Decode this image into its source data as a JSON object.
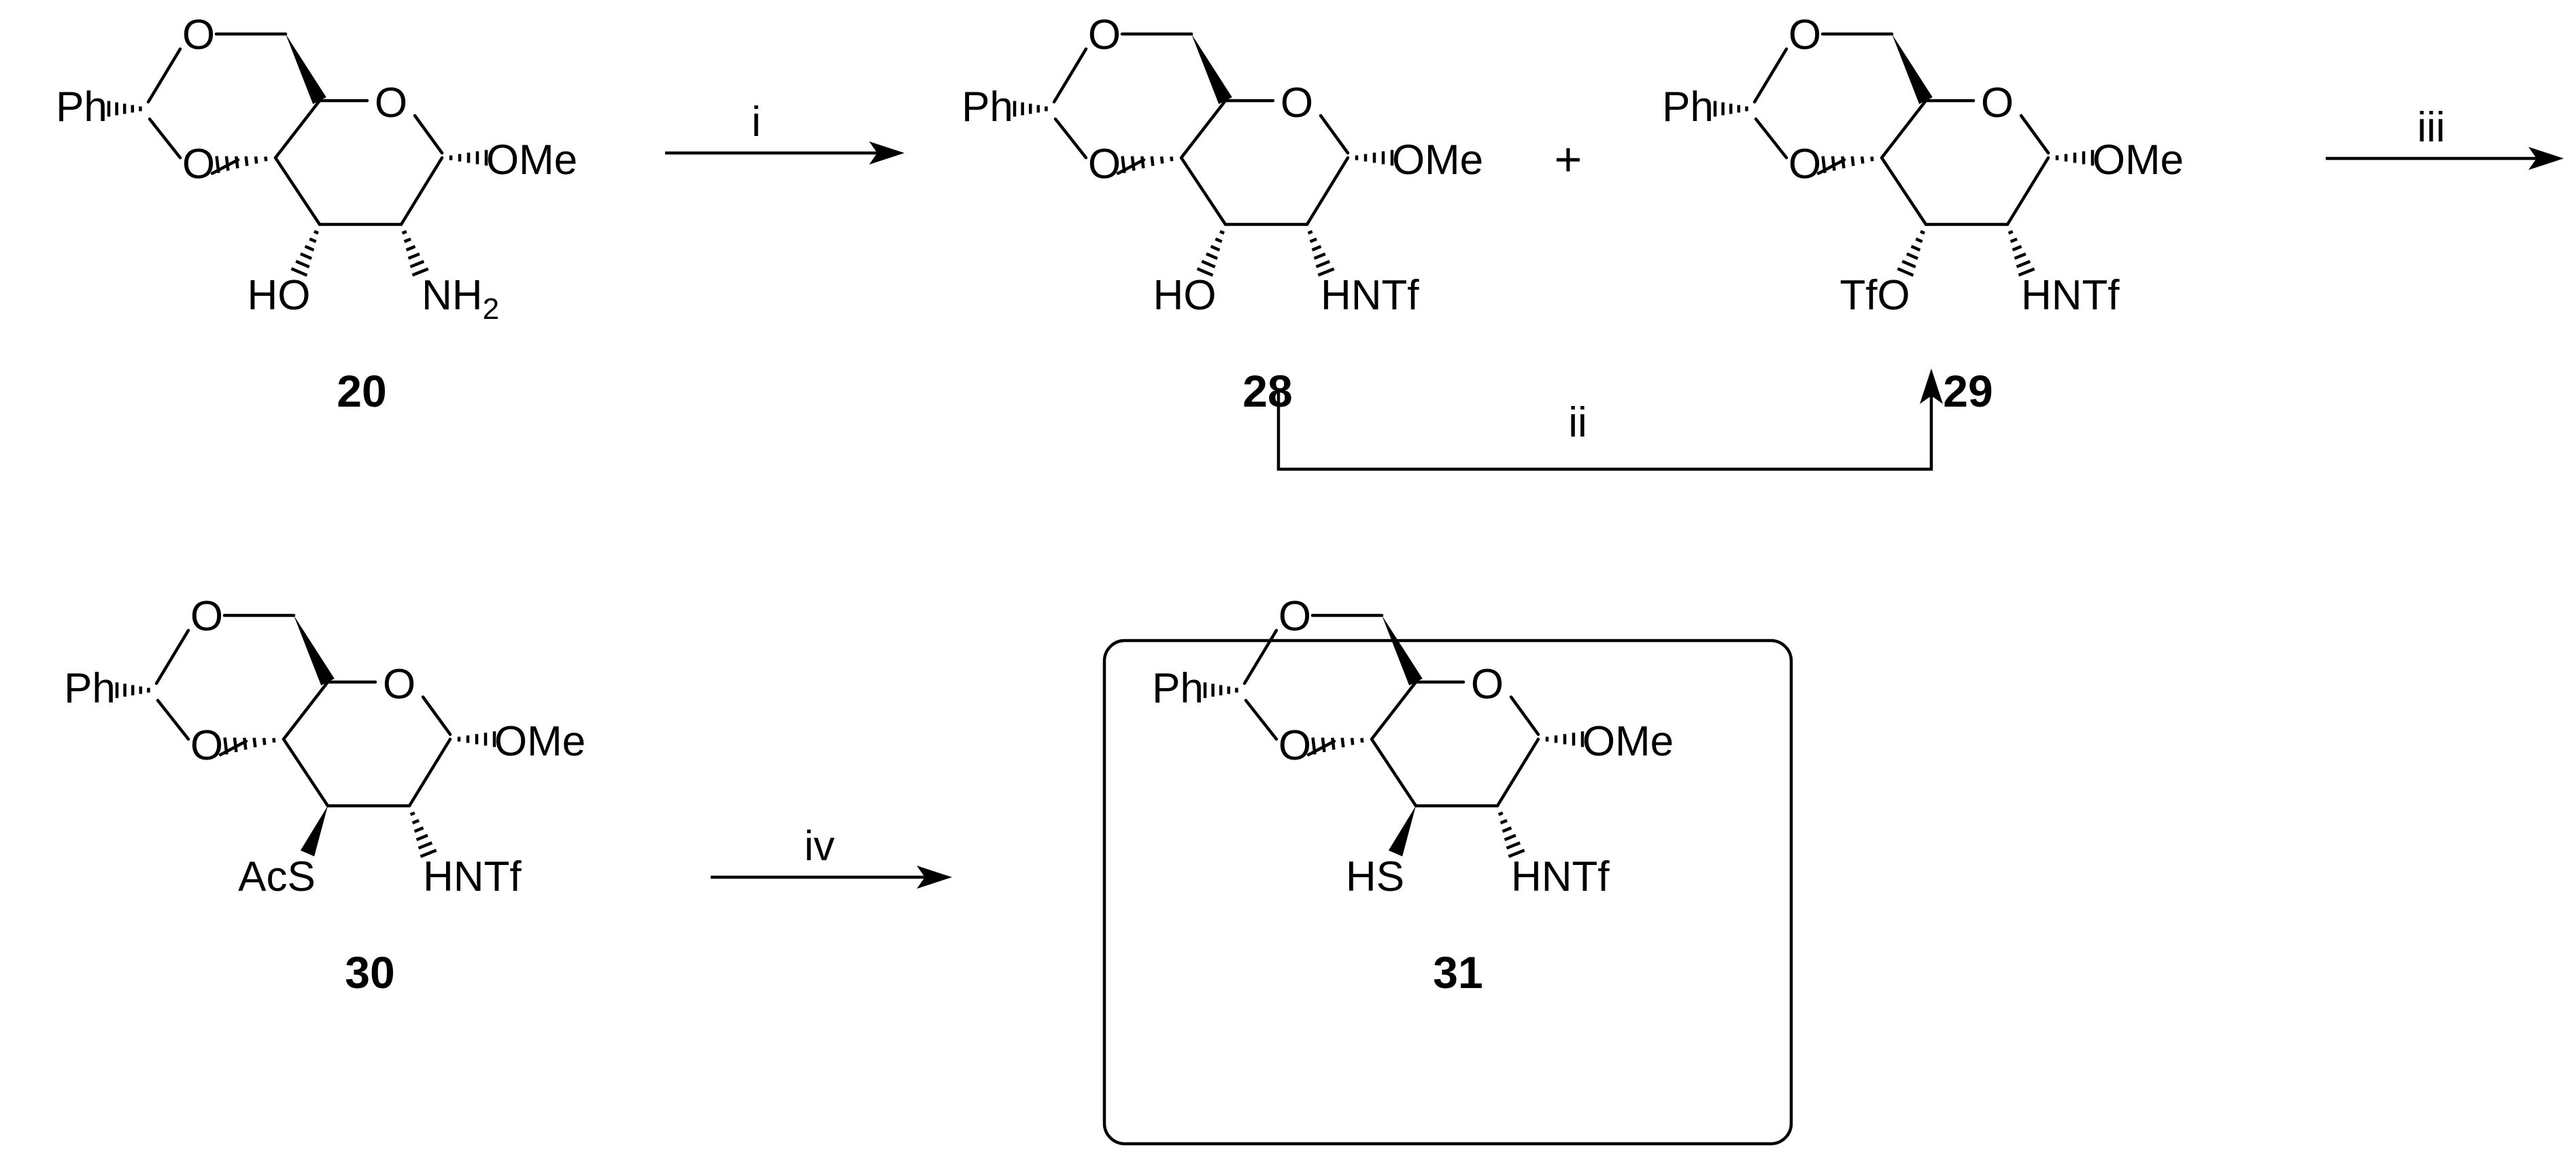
{
  "compounds": [
    {
      "id": "20",
      "label": "20",
      "acetal_substituent": "Ph",
      "ring_O": "O",
      "anomeric_group": "OMe",
      "c3_group": "HO",
      "c2_group_main": "NH",
      "c2_group_sub": "2",
      "c3_stereo": "hash",
      "c2_stereo": "hash",
      "boxed": false
    },
    {
      "id": "28",
      "label": "28",
      "acetal_substituent": "Ph",
      "ring_O": "O",
      "anomeric_group": "OMe",
      "c3_group": "HO",
      "c2_group_main": "HNTf",
      "c2_group_sub": "",
      "c3_stereo": "hash",
      "c2_stereo": "hash",
      "boxed": false
    },
    {
      "id": "29",
      "label": "29",
      "acetal_substituent": "Ph",
      "ring_O": "O",
      "anomeric_group": "OMe",
      "c3_group": "TfO",
      "c2_group_main": "HNTf",
      "c2_group_sub": "",
      "c3_stereo": "hash",
      "c2_stereo": "hash",
      "boxed": false
    },
    {
      "id": "30",
      "label": "30",
      "acetal_substituent": "Ph",
      "ring_O": "O",
      "anomeric_group": "OMe",
      "c3_group": "AcS",
      "c2_group_main": "HNTf",
      "c2_group_sub": "",
      "c3_stereo": "wedge",
      "c2_stereo": "hash",
      "boxed": false
    },
    {
      "id": "31",
      "label": "31",
      "acetal_substituent": "Ph",
      "ring_O": "O",
      "anomeric_group": "OMe",
      "c3_group": "HS",
      "c2_group_main": "HNTf",
      "c2_group_sub": "",
      "c3_stereo": "wedge",
      "c2_stereo": "hash",
      "boxed": true
    }
  ],
  "reagents": {
    "step_i": "i",
    "step_ii": "ii",
    "step_iii": "iii",
    "step_iv": "iv",
    "plus_sign": "+"
  },
  "colors": {
    "ink": "#000000",
    "background": "#ffffff"
  }
}
